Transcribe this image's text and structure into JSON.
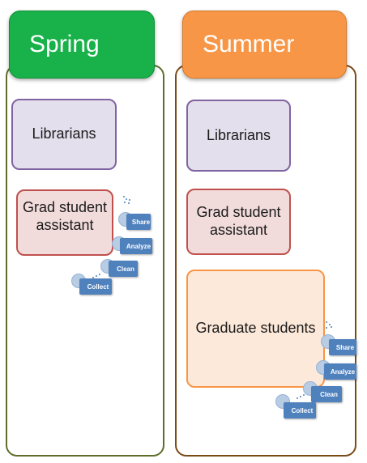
{
  "columns": {
    "spring": {
      "title": "Spring",
      "roles": {
        "librarians": "Librarians",
        "grad_assistant": "Grad student assistant"
      }
    },
    "summer": {
      "title": "Summer",
      "roles": {
        "librarians": "Librarians",
        "grad_assistant": "Grad student assistant",
        "graduate_students": "Graduate students"
      }
    }
  },
  "lifecycle": {
    "steps": [
      "Collect",
      "Clean",
      "Analyze",
      "Share"
    ]
  },
  "colors": {
    "spring_header": "#18b14a",
    "summer_header": "#f79646",
    "librarian_fill": "#e4dfec",
    "grad_assistant_fill": "#f2dcdb",
    "graduate_students_fill": "#fde9d9",
    "step_label": "#4f81bd"
  }
}
